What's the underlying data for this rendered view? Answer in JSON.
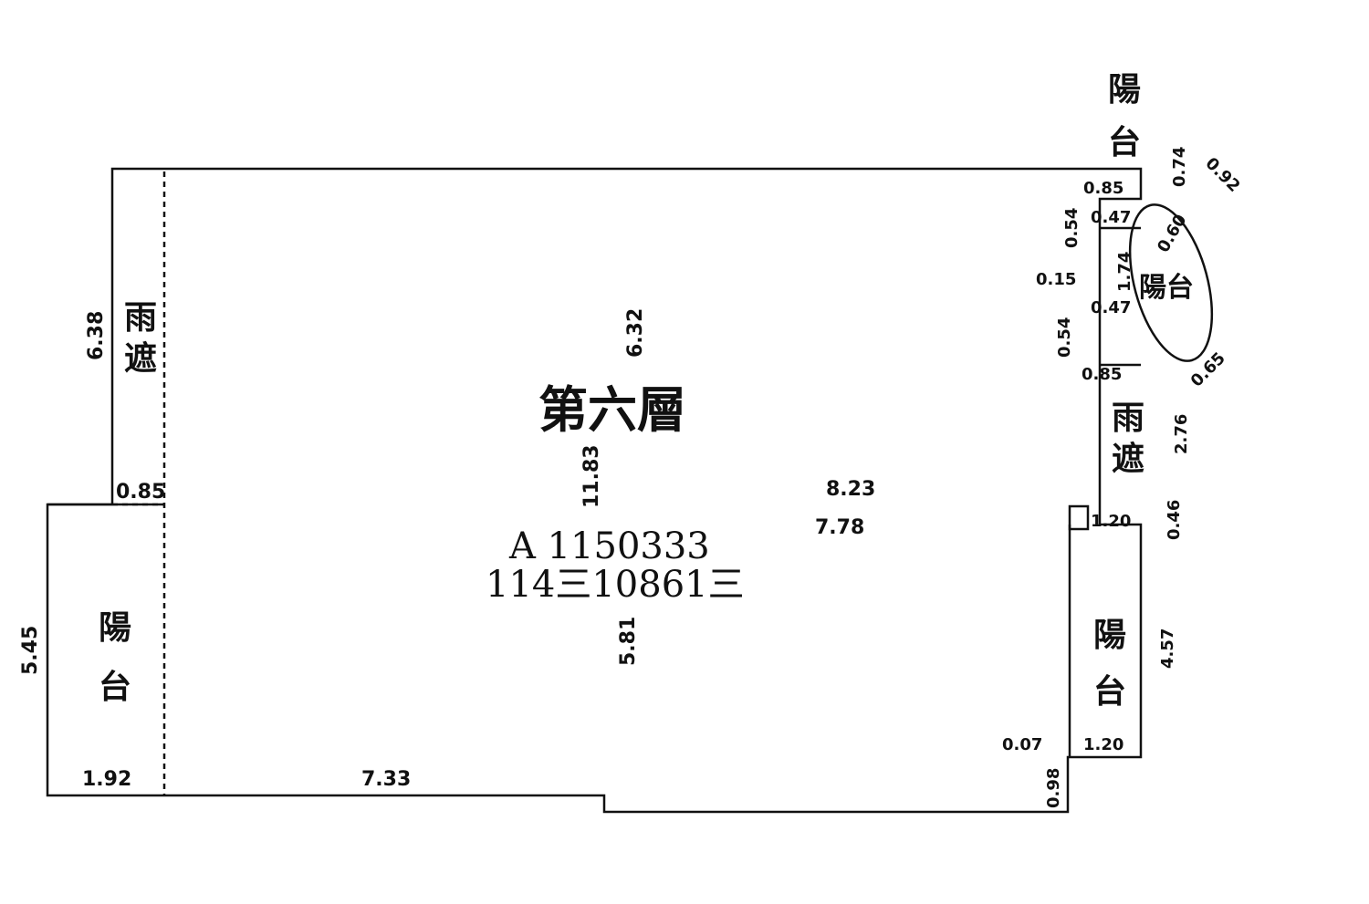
{
  "floor_title": "第六層",
  "stamp": {
    "line1": "A 1150333",
    "line2": "114三10861三"
  },
  "rooms": {
    "left_balcony_top": "陽",
    "left_balcony_bottom": "台",
    "left_corridor_top": "雨",
    "left_corridor_bottom": "遮",
    "right_top_balcony_top": "陽",
    "right_top_balcony_bottom": "台",
    "right_oval_balcony": "陽台",
    "right_corridor_top": "雨",
    "right_corridor_bottom": "遮",
    "right_bottom_balcony_top": "陽",
    "right_bottom_balcony_bottom": "台"
  },
  "dimensions": {
    "d_632": "6.32",
    "d_1183": "11.83",
    "d_823": "8.23",
    "d_778": "7.78",
    "d_581": "5.81",
    "d_733": "7.33",
    "d_192": "1.92",
    "d_545": "5.45",
    "d_638": "6.38",
    "d_085_left": "0.85",
    "d_085_top": "0.85",
    "d_054_a": "0.54",
    "d_047_a": "0.47",
    "d_015": "0.15",
    "d_174": "1.74",
    "d_047_b": "0.47",
    "d_054_b": "0.54",
    "d_085_mid": "0.85",
    "d_074": "0.74",
    "d_092": "0.92",
    "d_060": "0.60",
    "d_065": "0.65",
    "d_276": "2.76",
    "d_120_top": "1.20",
    "d_046": "0.46",
    "d_457": "4.57",
    "d_007": "0.07",
    "d_120_bottom": "1.20",
    "d_098": "0.98"
  }
}
